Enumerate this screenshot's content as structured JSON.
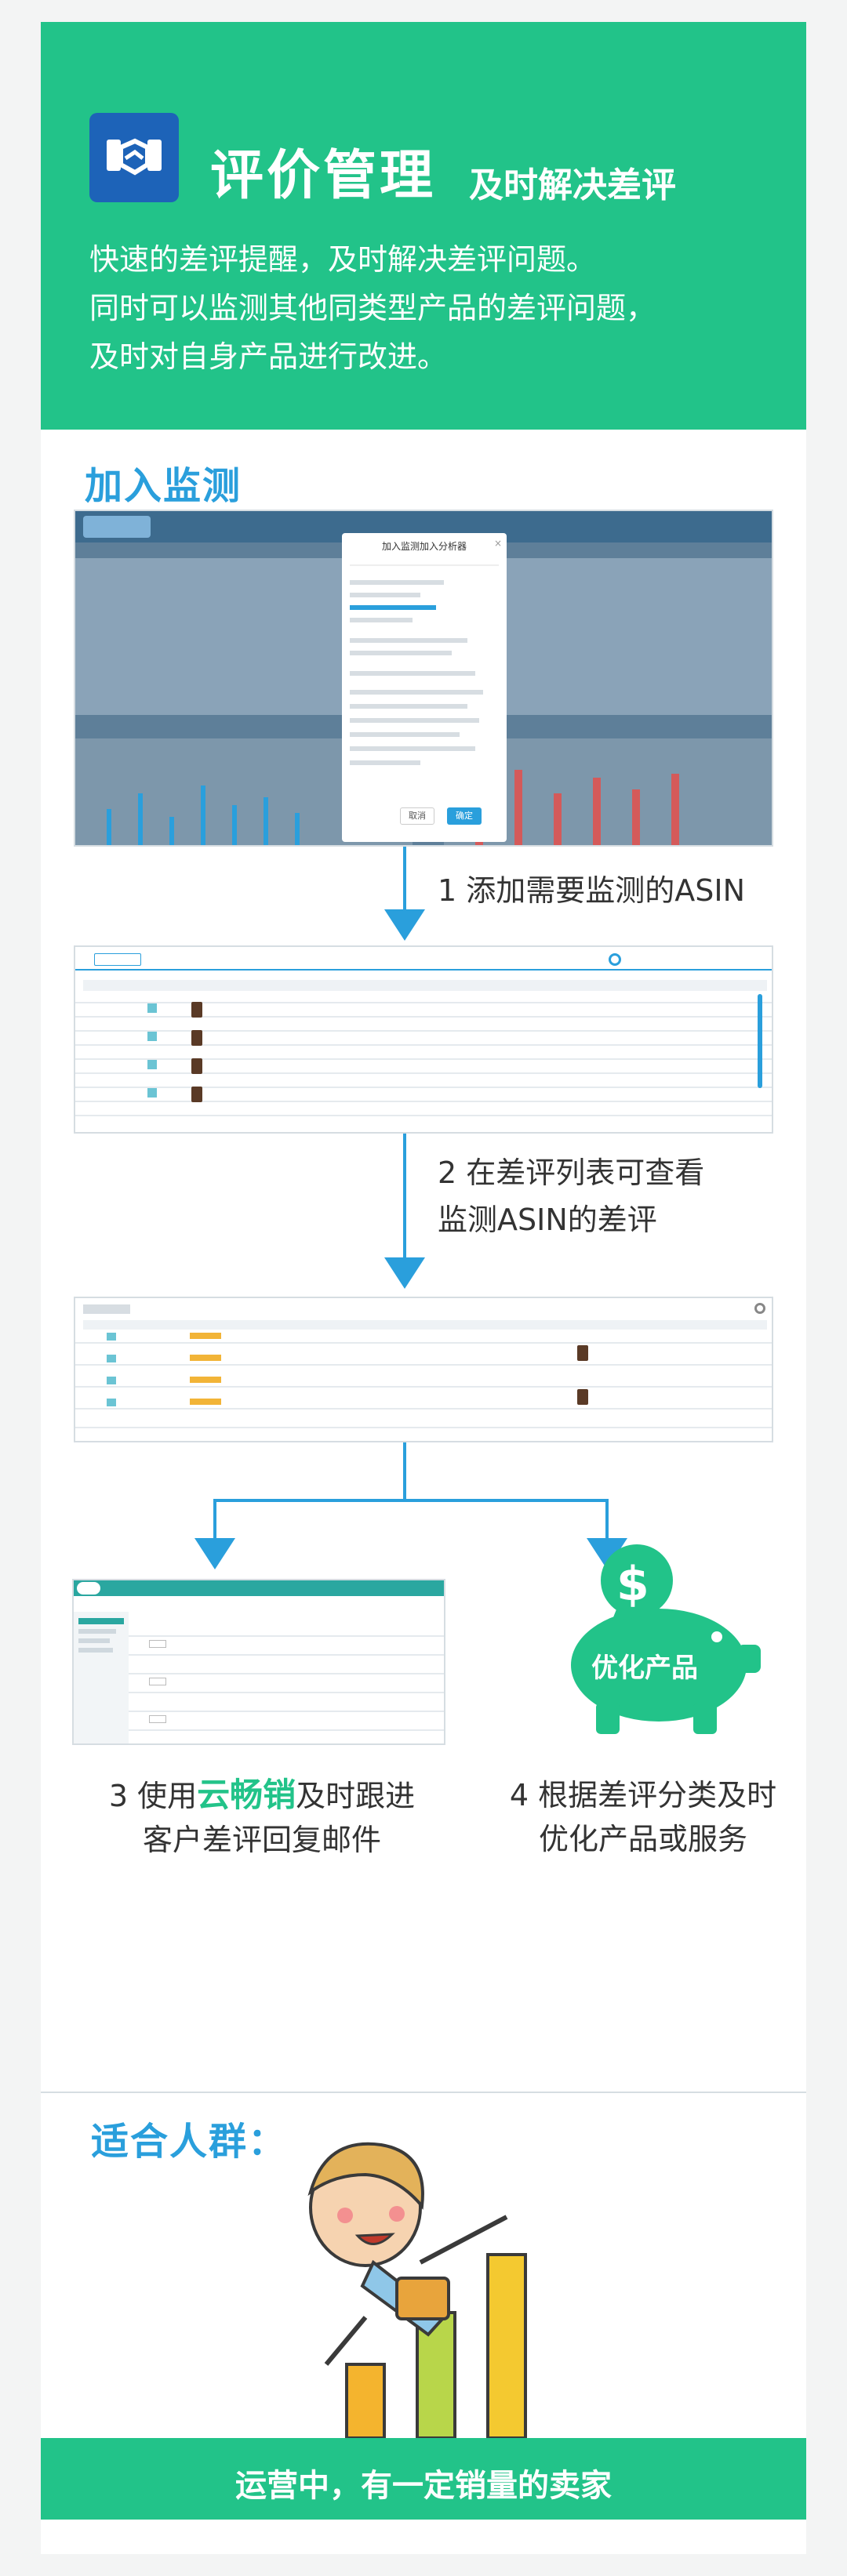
{
  "header": {
    "title": "评价管理",
    "subtitle": "及时解决差评",
    "lines": [
      "快速的差评提醒，及时解决差评问题。",
      "同时可以监测其他同类型产品的差评问题，",
      "及时对自身产品进行改进。"
    ]
  },
  "section_monitor": {
    "title": "加入监测"
  },
  "dialog": {
    "title": "加入监测加入分析器",
    "cancel_label": "取消",
    "ok_label": "确定"
  },
  "steps": {
    "step1": "1 添加需要监测的ASIN",
    "step2_line1": "2 在差评列表可查看",
    "step2_line2": "监测ASIN的差评",
    "step3_prefix": "3 使用",
    "step3_brand": "云畅销",
    "step3_suffix": "及时跟进",
    "step3_line2": "客户差评回复邮件",
    "step4_line1": "4 根据差评分类及时",
    "step4_line2": "优化产品或服务"
  },
  "pig": {
    "label": "优化产品",
    "coin_symbol": "$"
  },
  "section_audience": {
    "title": "适合人群："
  },
  "footer": {
    "text": "运营中，有一定销量的卖家"
  },
  "colors": {
    "green": "#22c389",
    "blue": "#2a9fdc",
    "navy": "#1d63b8"
  }
}
